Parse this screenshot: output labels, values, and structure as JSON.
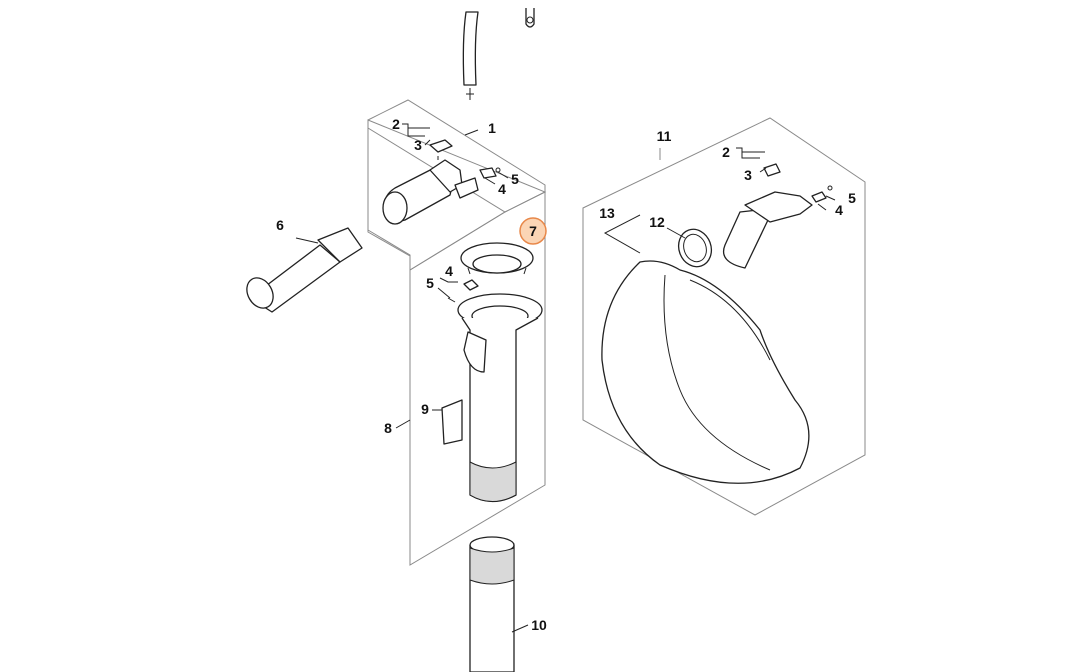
{
  "labels": {
    "p1": "1",
    "p2a": "2",
    "p3a": "3",
    "p4a": "4",
    "p5a": "5",
    "p6": "6",
    "p7": "7",
    "p4b": "4",
    "p5b": "5",
    "p8": "8",
    "p9": "9",
    "p10": "10",
    "p11": "11",
    "p2b": "2",
    "p3b": "3",
    "p4c": "4",
    "p5c": "5",
    "p12": "12",
    "p13": "13"
  },
  "colors": {
    "highlight_fill": "#fbd5b5",
    "highlight_stroke": "#e8884a",
    "line": "#222222",
    "frame": "#8a8a8a"
  },
  "highlighted_part": "7"
}
